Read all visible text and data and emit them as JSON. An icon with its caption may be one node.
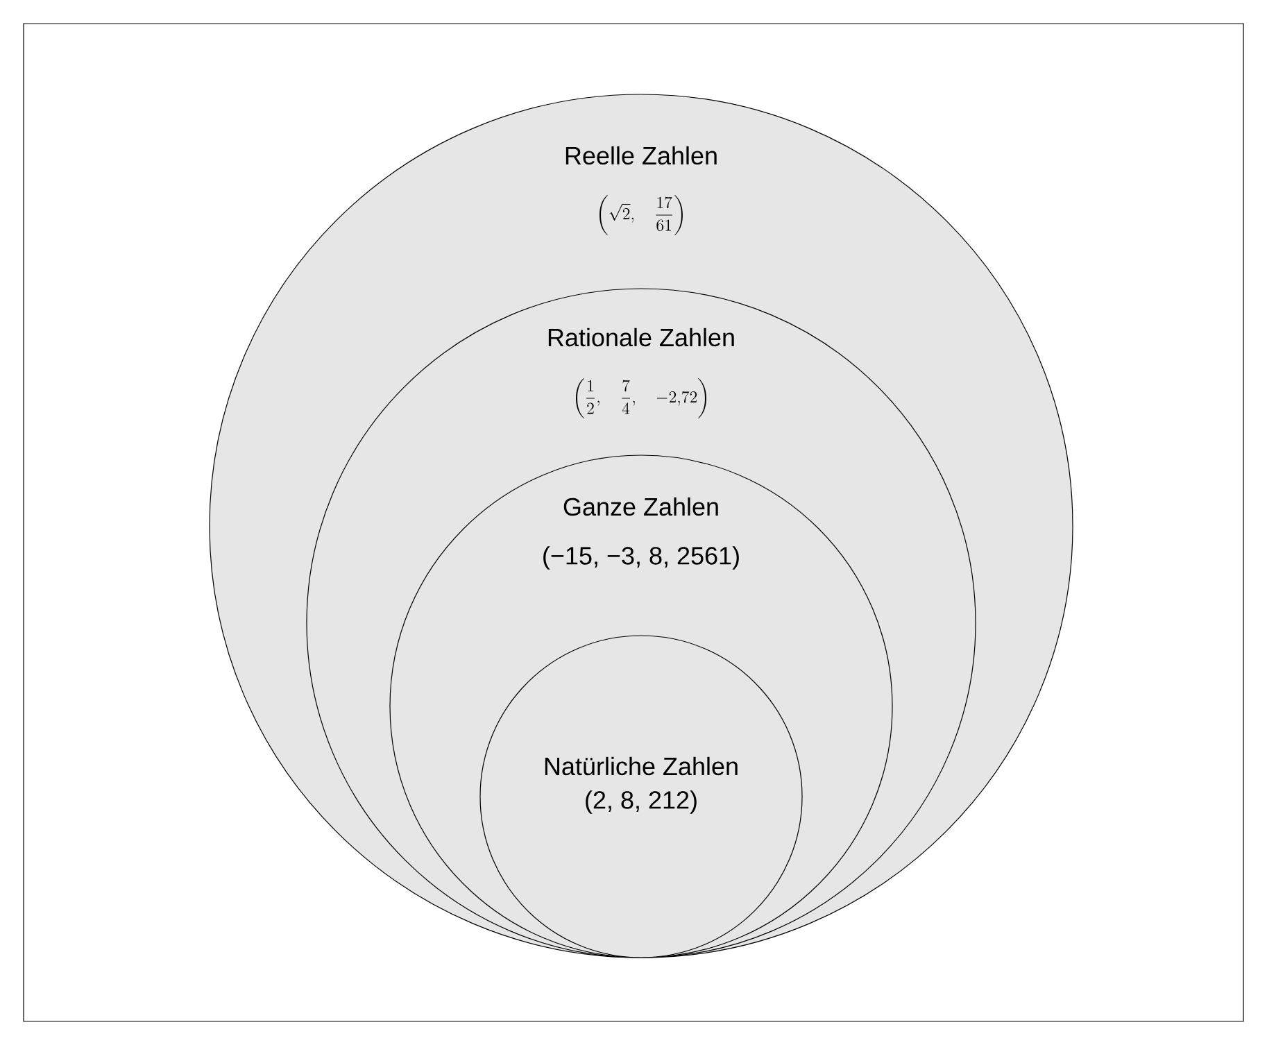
{
  "diagram": {
    "nodes": [
      {
        "text": [
          "Reelle Zahlen",
          "\\left(\\sqrt{2},\\quad \\frac{17}{61}\\right)"
        ]
      },
      {
        "text": [
          "Rationale Zahlen",
          "\\left(\\frac{1}{2},\\quad \\frac{7}{4},\\quad -2{,}72\\right)"
        ],
        "in": 0
      },
      {
        "text": [
          "Ganze Zahlen",
          "(−15, −3, 8, 2561)"
        ],
        "in": 1
      },
      {
        "text": [
          "Natürliche Zahlen",
          "(2, 8, 212)"
        ],
        "in": 2
      }
    ]
  }
}
